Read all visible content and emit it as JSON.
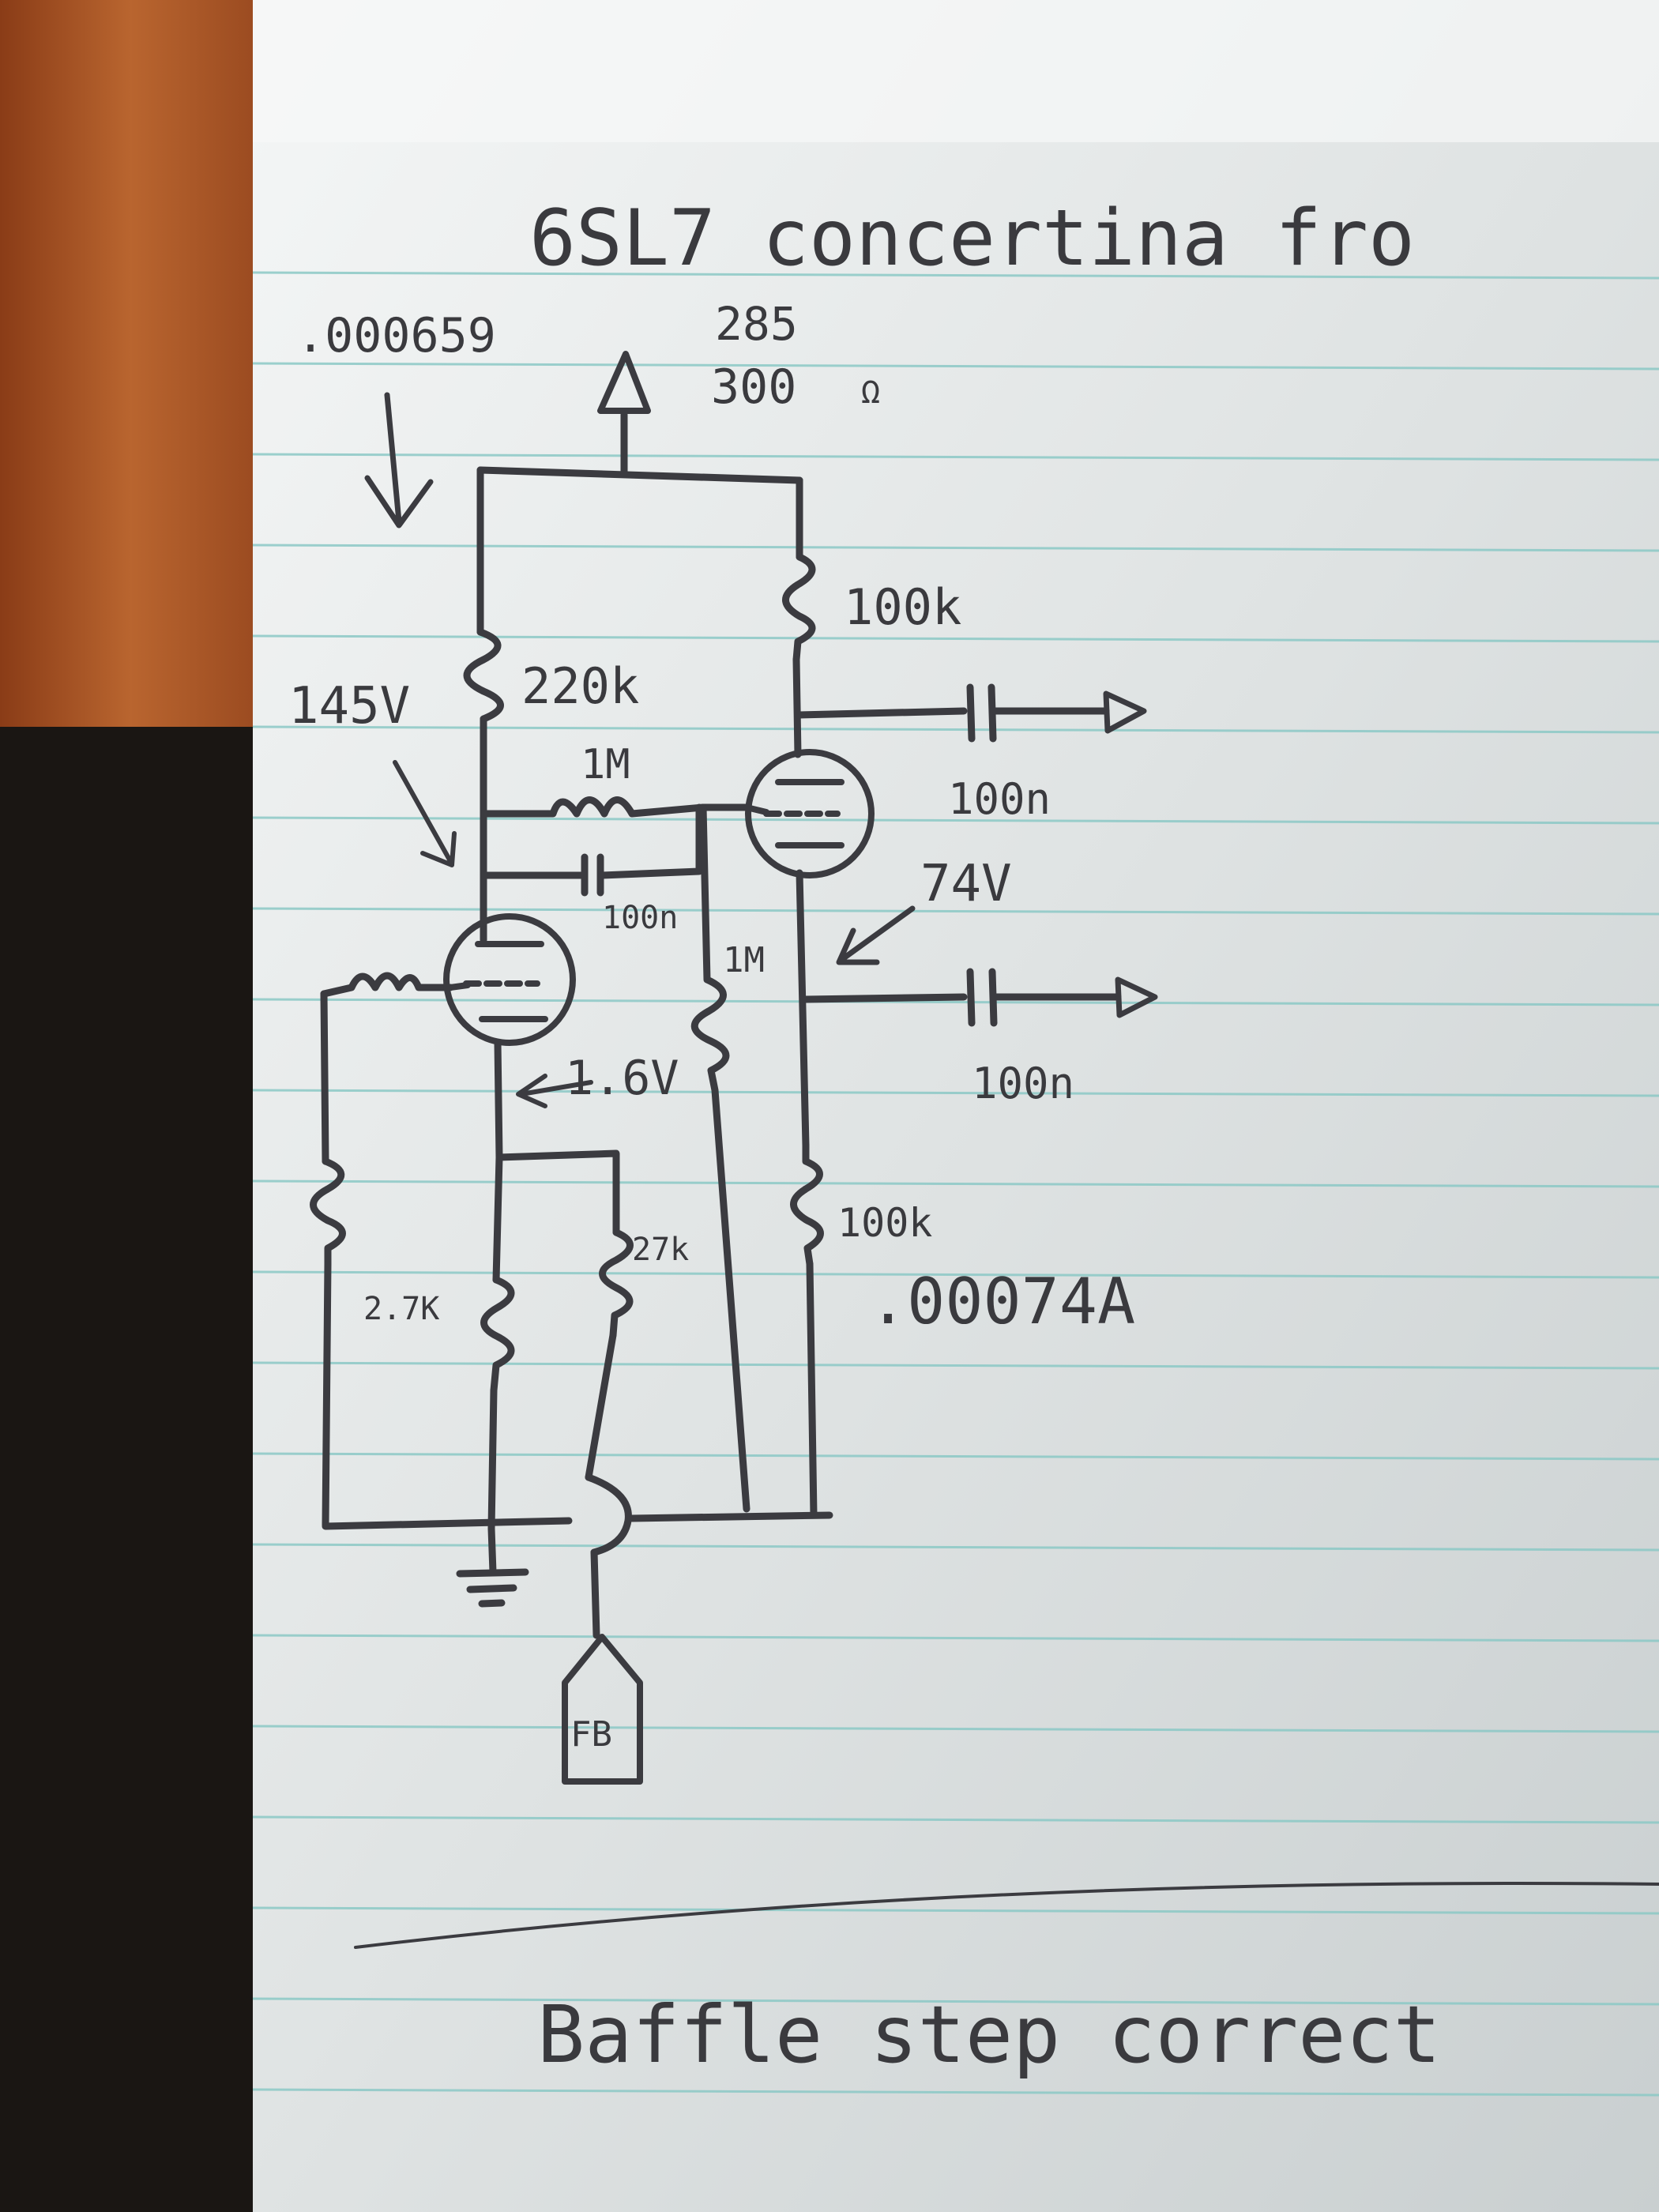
{
  "title": "6SL7 concertina fro",
  "notes": {
    "supply_current": ".000659",
    "supply_voltage": "285",
    "supply_resistor": "300",
    "supply_ohm": "Ω",
    "plate_v1": "145V",
    "cathode_v2": "74V",
    "cathode_v1": "1.6V",
    "tail_current": ".00074A"
  },
  "components": {
    "r_plate_v2": "100k",
    "r_plate_v1": "220k",
    "r_grid": "1M",
    "c_coupling": "100n",
    "r_grid_leak": "1M",
    "c_out_top": "100n",
    "c_out_bottom": "100n",
    "r_cathode_v2": "100k",
    "r_cathode_v1": "2.7K",
    "r_feedback": "27k",
    "feedback_tag": "FB"
  },
  "footer": "Baffle step correct",
  "colors": {
    "ink": "#3b3b40",
    "paper": "#dfe2e2",
    "rule_line": "#7fc6c4",
    "wood": "#b5602e",
    "background": "#1a1613"
  }
}
